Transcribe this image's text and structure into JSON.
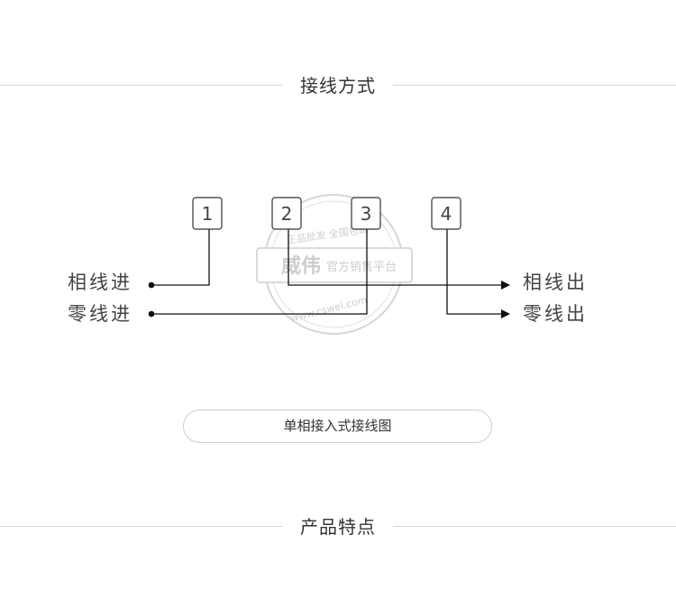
{
  "sections": {
    "wiring_title": "接线方式",
    "features_title": "产品特点"
  },
  "diagram": {
    "terminals": [
      "1",
      "2",
      "3",
      "4"
    ],
    "inputs": {
      "phase_in": "相线进",
      "neutral_in": "零线进"
    },
    "outputs": {
      "phase_out": "相线出",
      "neutral_out": "零线出"
    },
    "caption": "单相接入式接线图"
  },
  "watermark": {
    "brand": "威伟",
    "tagline": "官方销售平台",
    "top_arc": "正品批发 全国包邮",
    "url": "www.cswei.com"
  },
  "colors": {
    "line": "#111111",
    "rule": "#d9d9d9",
    "text": "#333333",
    "watermark": "#c8c8c8"
  }
}
